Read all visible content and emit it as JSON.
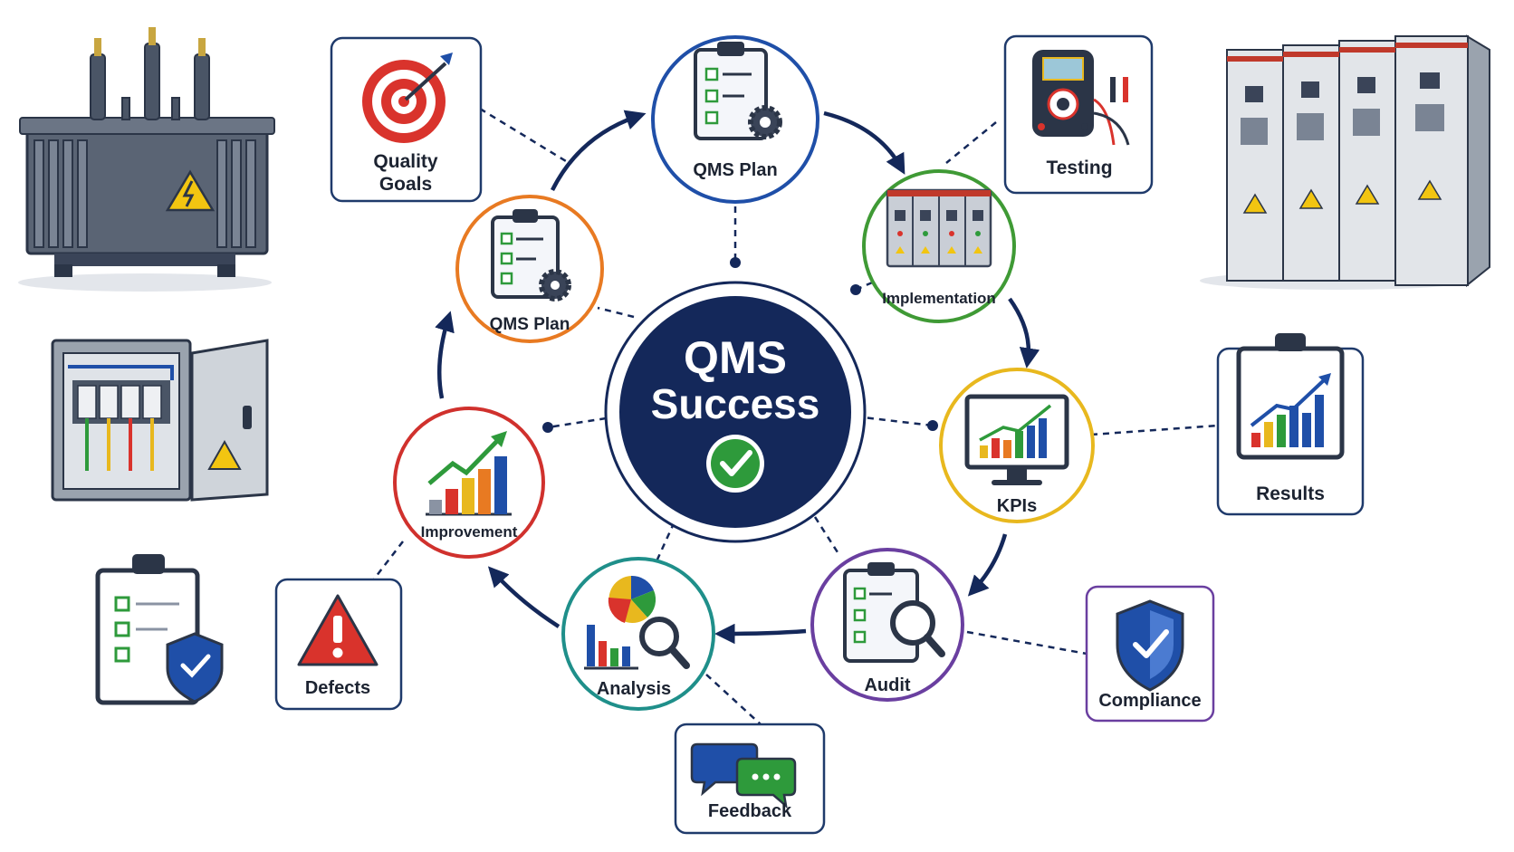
{
  "center": {
    "line1": "QMS",
    "line2": "Success"
  },
  "cycle_nodes": [
    {
      "id": "qms-plan-top",
      "label": "QMS Plan",
      "color": "#1f4fa8",
      "icon": "clipboard-gear-icon"
    },
    {
      "id": "implementation",
      "label": "Implementation",
      "color": "#3f9a35",
      "icon": "switchgear-cabinet-icon"
    },
    {
      "id": "kpis",
      "label": "KPIs",
      "color": "#e8b81e",
      "icon": "monitor-chart-icon"
    },
    {
      "id": "audit",
      "label": "Audit",
      "color": "#6a3fa0",
      "icon": "clipboard-magnifier-icon"
    },
    {
      "id": "analysis",
      "label": "Analysis",
      "color": "#1f8f8a",
      "icon": "charts-magnifier-icon"
    },
    {
      "id": "improvement",
      "label": "Improvement",
      "color": "#d0312d",
      "icon": "growth-chart-icon"
    },
    {
      "id": "qms-plan-left",
      "label": "QMS Plan",
      "color": "#e87a22",
      "icon": "clipboard-gear-icon"
    }
  ],
  "outer_boxes": [
    {
      "id": "quality-goals",
      "line1": "Quality",
      "line2": "Goals",
      "icon": "target-icon"
    },
    {
      "id": "testing",
      "line1": "Testing",
      "line2": "",
      "icon": "multimeter-icon"
    },
    {
      "id": "results",
      "line1": "Results",
      "line2": "",
      "icon": "clipboard-chart-icon"
    },
    {
      "id": "compliance",
      "line1": "Compliance",
      "line2": "",
      "icon": "shield-check-icon"
    },
    {
      "id": "feedback",
      "line1": "Feedback",
      "line2": "",
      "icon": "chat-bubbles-icon"
    },
    {
      "id": "defects",
      "line1": "Defects",
      "line2": "",
      "icon": "warning-icon"
    }
  ],
  "decorations": [
    "power-transformer-icon",
    "electrical-panel-icon",
    "compliance-clipboard-icon",
    "switchgear-lineup-icon"
  ],
  "colors": {
    "navy": "#14285a",
    "box_border": "#1f3a6b",
    "check_green": "#2e9a3b",
    "alert_red": "#d9332c"
  }
}
